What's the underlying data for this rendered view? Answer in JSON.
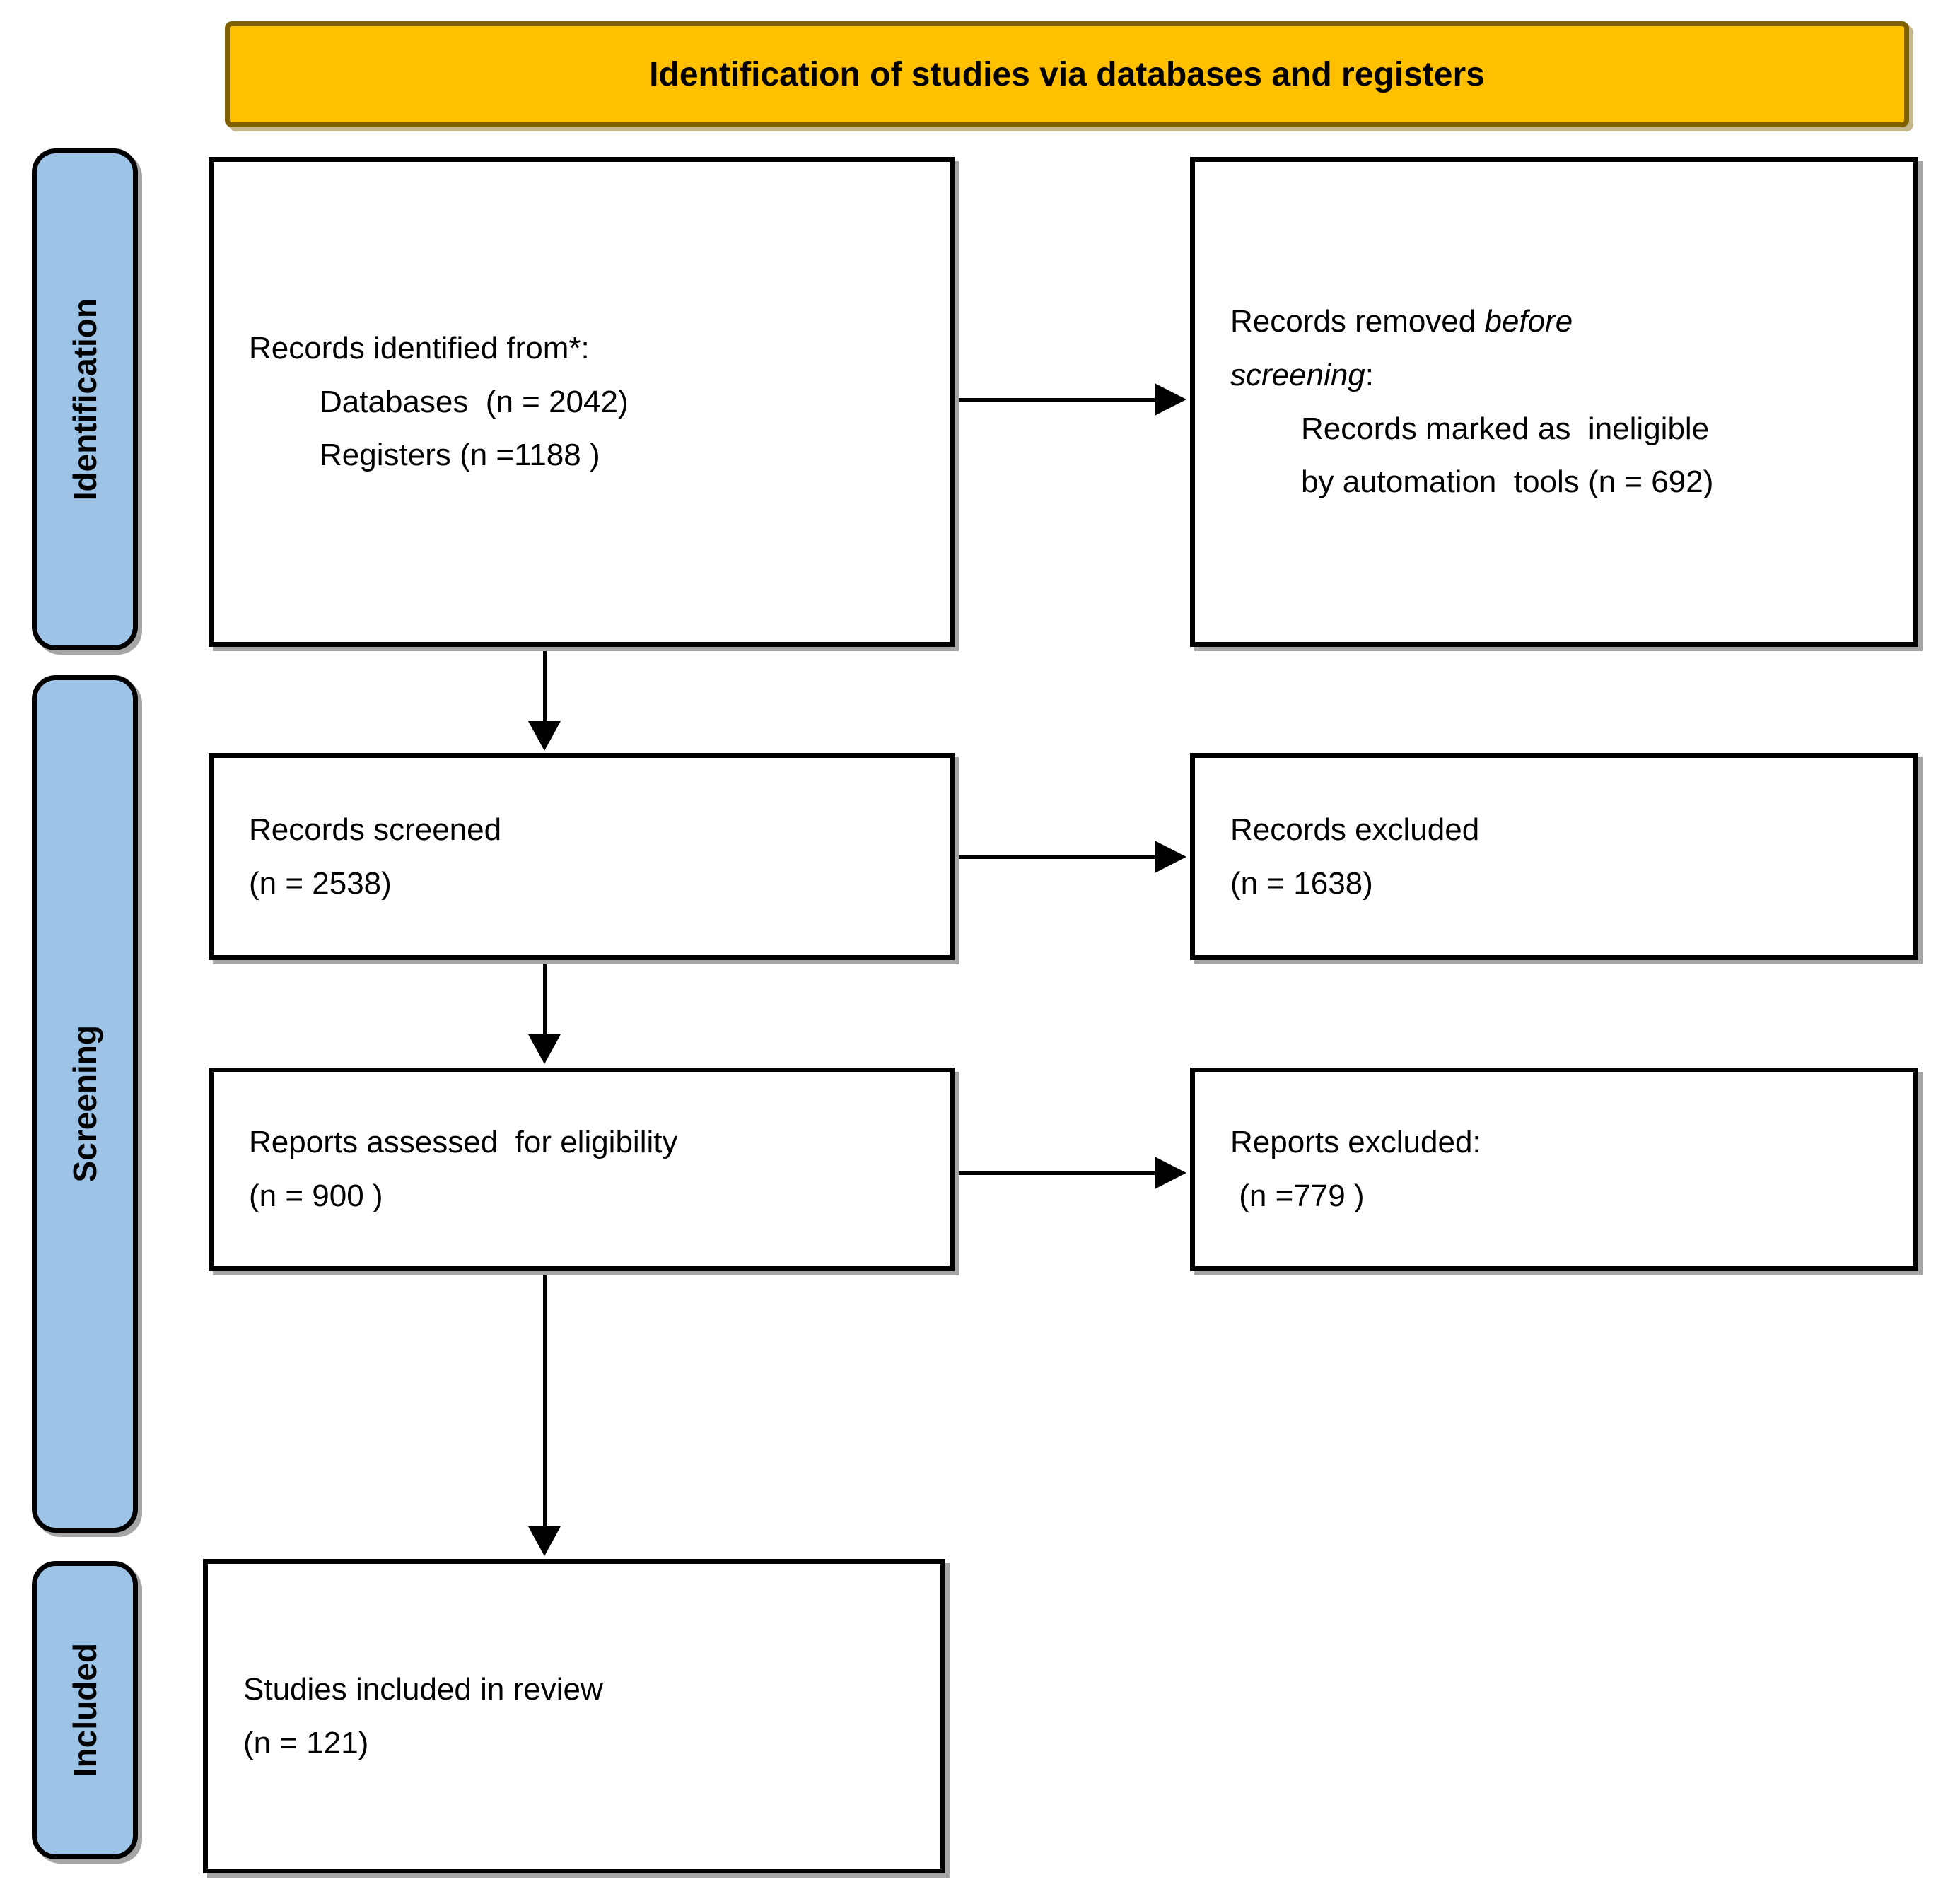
{
  "banner": {
    "label": "Identification of studies via databases and registers"
  },
  "stages": {
    "identification": "Identification",
    "screening": "Screening",
    "included": "Included"
  },
  "boxes": {
    "identified": {
      "title": "Records identified from*:",
      "lines": [
        "Databases  (n = 2042)",
        "Registers (n =1188 )"
      ]
    },
    "removed": {
      "line1_normal": "Records removed ",
      "line1_italic": "before",
      "line2_italic": "screening",
      "line2_normal": ":",
      "lines": [
        "Records marked as  ineligible",
        "by automation  tools (n = 692)"
      ]
    },
    "screened": {
      "lines": [
        "Records screened",
        "(n = 2538)"
      ]
    },
    "records_excluded": {
      "lines": [
        "Records excluded",
        "(n = 1638)"
      ]
    },
    "assessed": {
      "lines": [
        "Reports assessed  for eligibility",
        "(n = 900 )"
      ]
    },
    "reports_excluded": {
      "lines": [
        "Reports excluded:",
        " (n =779 )"
      ]
    },
    "included_studies": {
      "lines": [
        "Studies included in review",
        "(n = 121)"
      ]
    }
  },
  "colors": {
    "banner_fill": "#FFC000",
    "banner_border": "#7F6000",
    "stage_fill": "#9DC3E6",
    "box_fill": "#FFFFFF",
    "border_color": "#000000",
    "shadow_color": "#A6A6A6",
    "arrow_color": "#000000",
    "text_color": "#000000"
  }
}
